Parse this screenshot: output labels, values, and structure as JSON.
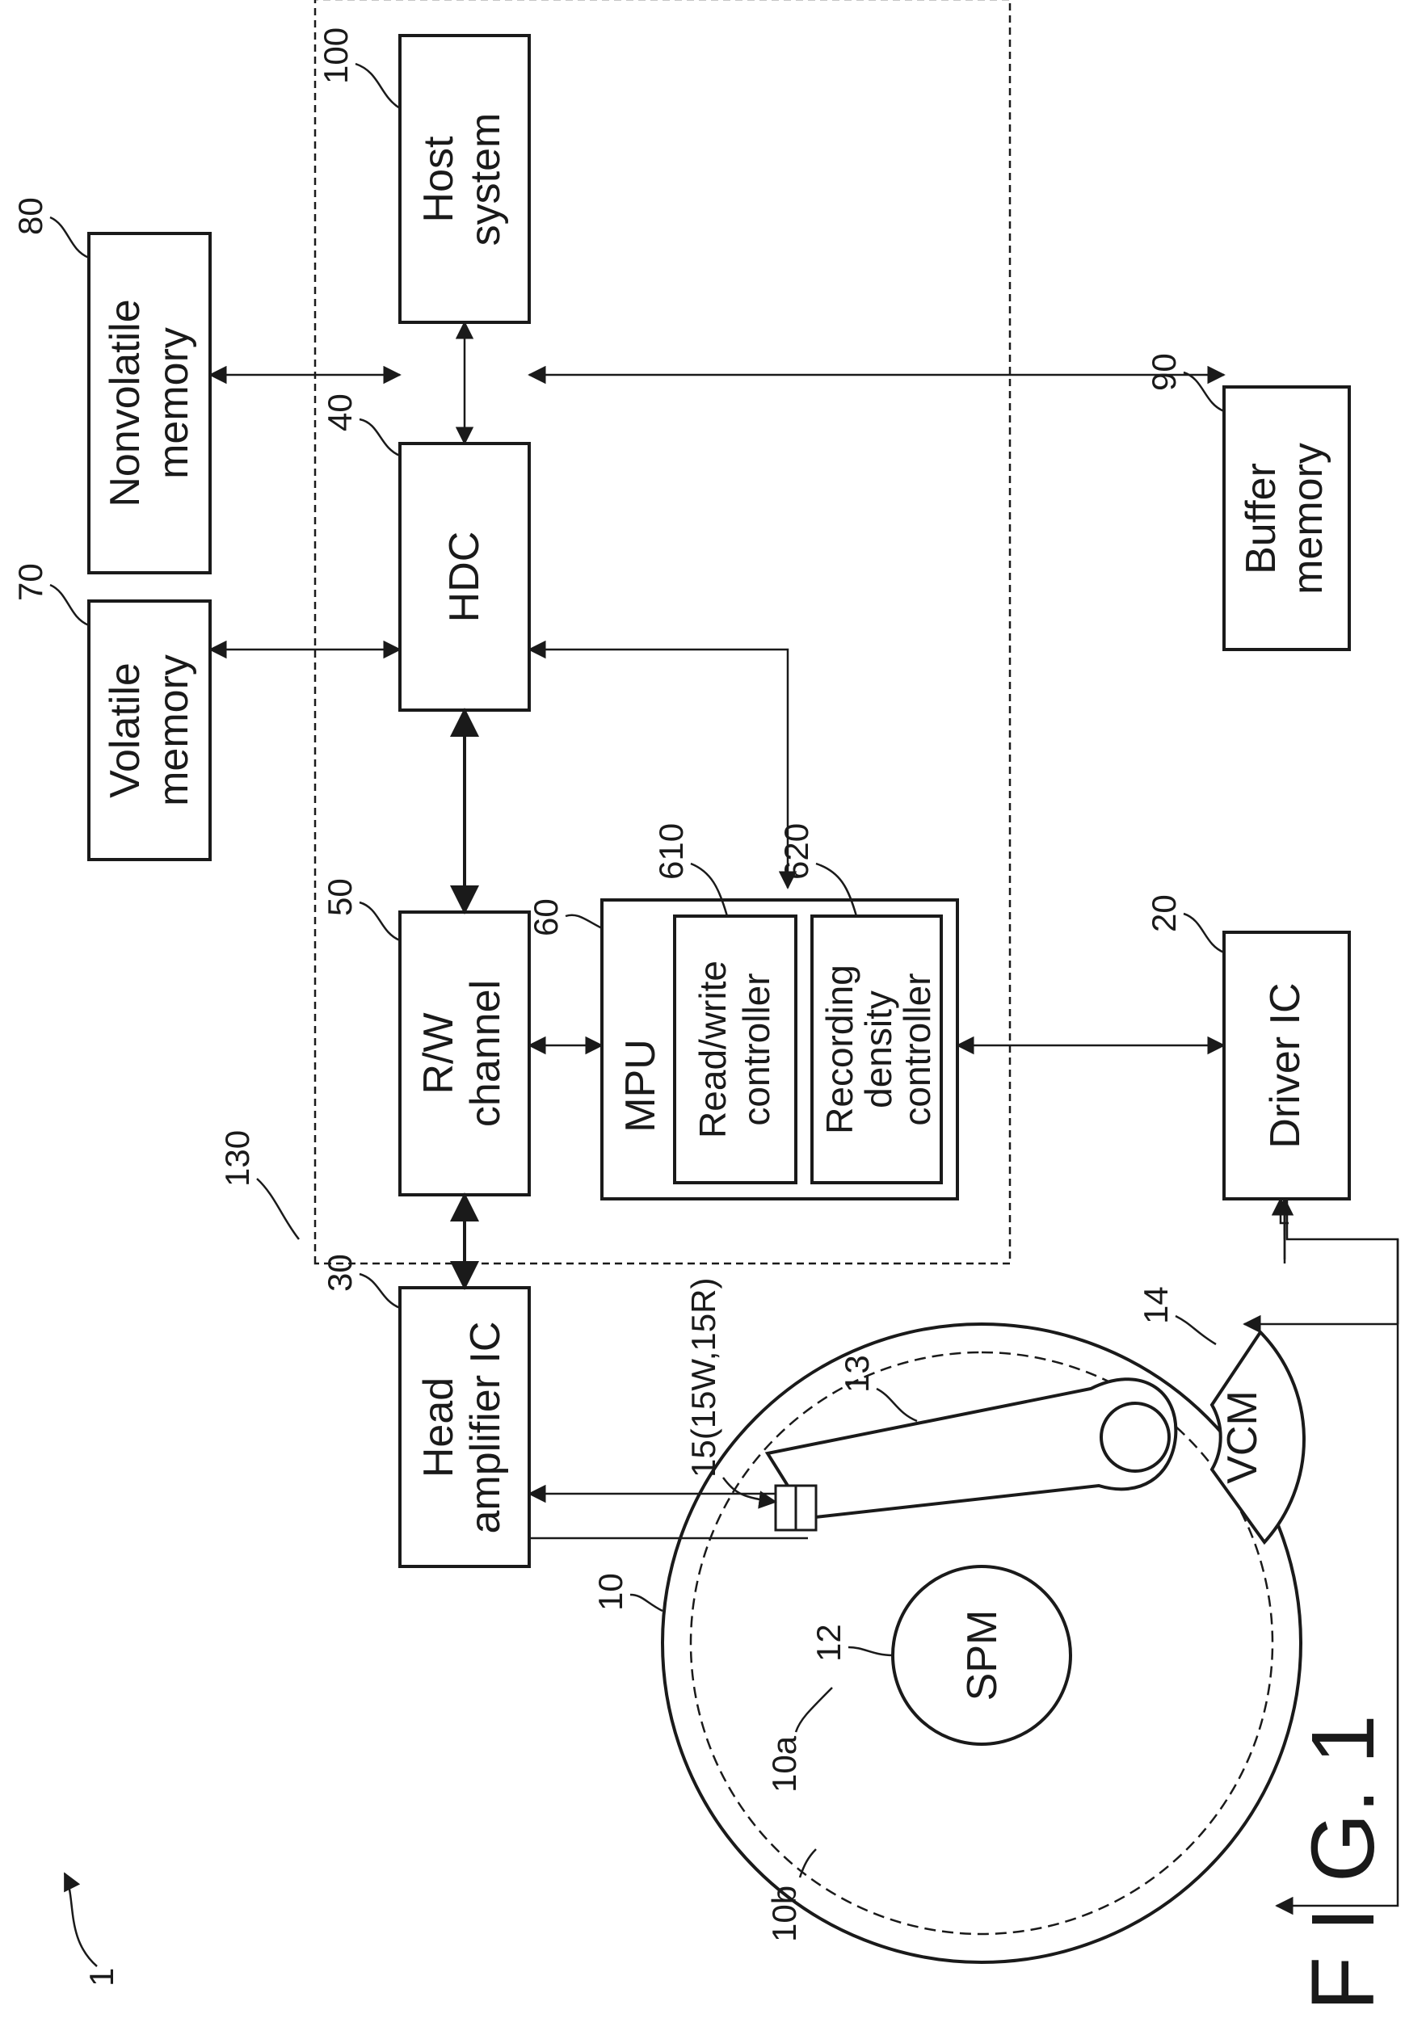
{
  "figure_label": "F I G. 1",
  "system_ref": "1",
  "controller_ref": "130",
  "blocks": {
    "host": {
      "ref": "100",
      "line1": "Host",
      "line2": "system"
    },
    "nonvolatile": {
      "ref": "80",
      "line1": "Nonvolatile",
      "line2": "memory"
    },
    "volatile": {
      "ref": "70",
      "line1": "Volatile",
      "line2": "memory"
    },
    "hdc": {
      "ref": "40",
      "label": "HDC"
    },
    "buffer": {
      "ref": "90",
      "line1": "Buffer",
      "line2": "memory"
    },
    "rw_channel": {
      "ref": "50",
      "line1": "R/W",
      "line2": "channel"
    },
    "mpu": {
      "ref": "60",
      "label": "MPU"
    },
    "rw_controller": {
      "ref": "610",
      "line1": "Read/write",
      "line2": "controller"
    },
    "rec_controller": {
      "ref": "620",
      "line1": "Recording",
      "line2": "density",
      "line3": "controller"
    },
    "driver_ic": {
      "ref": "20",
      "label": "Driver IC"
    },
    "head_amp": {
      "ref": "30",
      "line1": "Head",
      "line2": "amplifier IC"
    }
  },
  "mechanics": {
    "disk_ref": "10",
    "disk_area_ref": "10a",
    "disk_track_ref": "10b",
    "spm_ref": "12",
    "spm_label": "SPM",
    "arm_ref": "13",
    "vcm_ref": "14",
    "vcm_label": "VCM",
    "head_ref": "15(15W,15R)"
  }
}
